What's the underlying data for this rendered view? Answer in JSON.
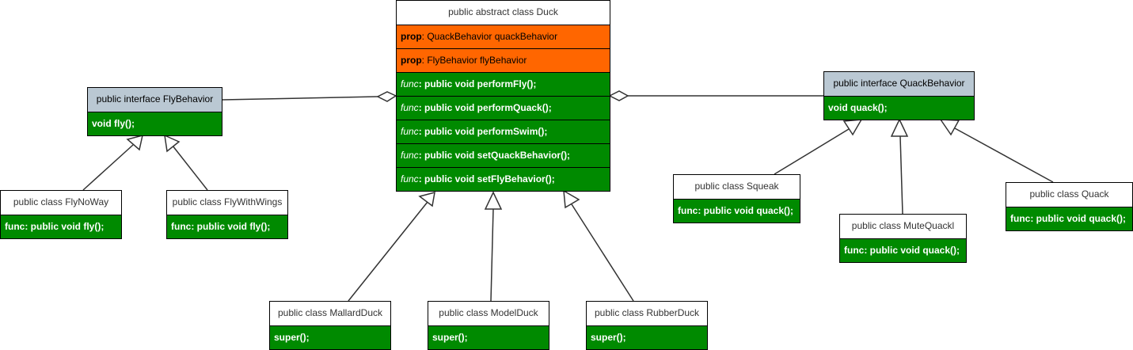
{
  "duck": {
    "title": "public abstract class Duck",
    "props": [
      {
        "keyword": "prop",
        "text": ": QuackBehavior quackBehavior"
      },
      {
        "keyword": "prop",
        "text": ": FlyBehavior flyBehavior"
      }
    ],
    "funcs": [
      {
        "keyword": "func",
        "text": ": public void performFly();"
      },
      {
        "keyword": "func",
        "text": ": public void performQuack();"
      },
      {
        "keyword": "func",
        "text": ": public void performSwim();"
      },
      {
        "keyword": "func",
        "text": ": public void setQuackBehavior();"
      },
      {
        "keyword": "func",
        "text": ": public void setFlyBehavior();"
      }
    ]
  },
  "fly_behavior": {
    "title": "public interface FlyBehavior",
    "method": "void fly();"
  },
  "quack_behavior": {
    "title": "public interface QuackBehavior",
    "method": "void quack();"
  },
  "fly_no_way": {
    "title": "public class FlyNoWay",
    "method": "func: public void fly();"
  },
  "fly_with_wings": {
    "title": "public class FlyWithWings",
    "method": "func: public void fly();"
  },
  "mallard": {
    "title": "public class MallardDuck",
    "method": "super();"
  },
  "model": {
    "title": "public class ModelDuck",
    "method": "super();"
  },
  "rubber": {
    "title": "public class RubberDuck",
    "method": "super();"
  },
  "squeak": {
    "title": "public class Squeak",
    "method": "func: public void quack();"
  },
  "mute_quack": {
    "title": "public class MuteQuackl",
    "method": "func: public void quack();"
  },
  "quack": {
    "title": "public class Quack",
    "method": "func: public void quack();"
  },
  "colors": {
    "header_gray": "#bac8d3",
    "prop_orange": "#ff6600",
    "method_green": "#008a00"
  }
}
